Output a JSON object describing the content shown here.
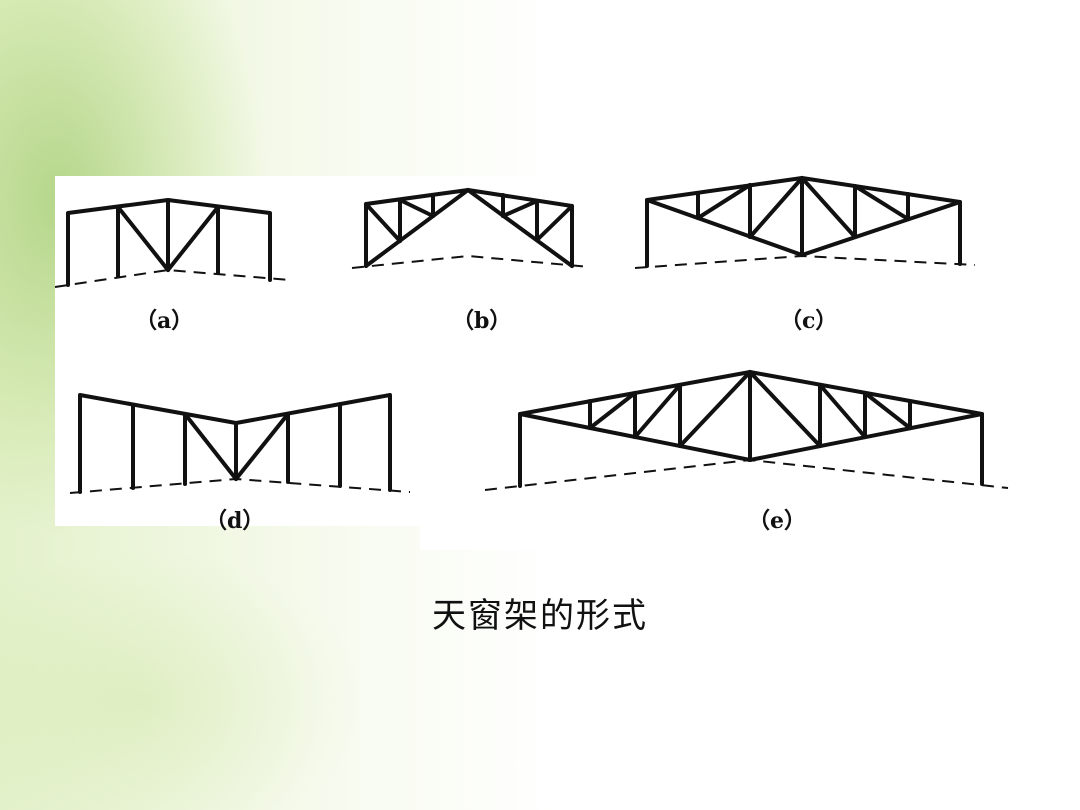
{
  "figures": {
    "a": {
      "label": "（a）"
    },
    "b": {
      "label": "（b）"
    },
    "c": {
      "label": "（c）"
    },
    "d": {
      "label": "（d）"
    },
    "e": {
      "label": "（e）"
    }
  },
  "caption": "天窗架的形式",
  "colors": {
    "line": "#111111",
    "panel": "#ffffff",
    "foliage": "#9cc65a"
  }
}
